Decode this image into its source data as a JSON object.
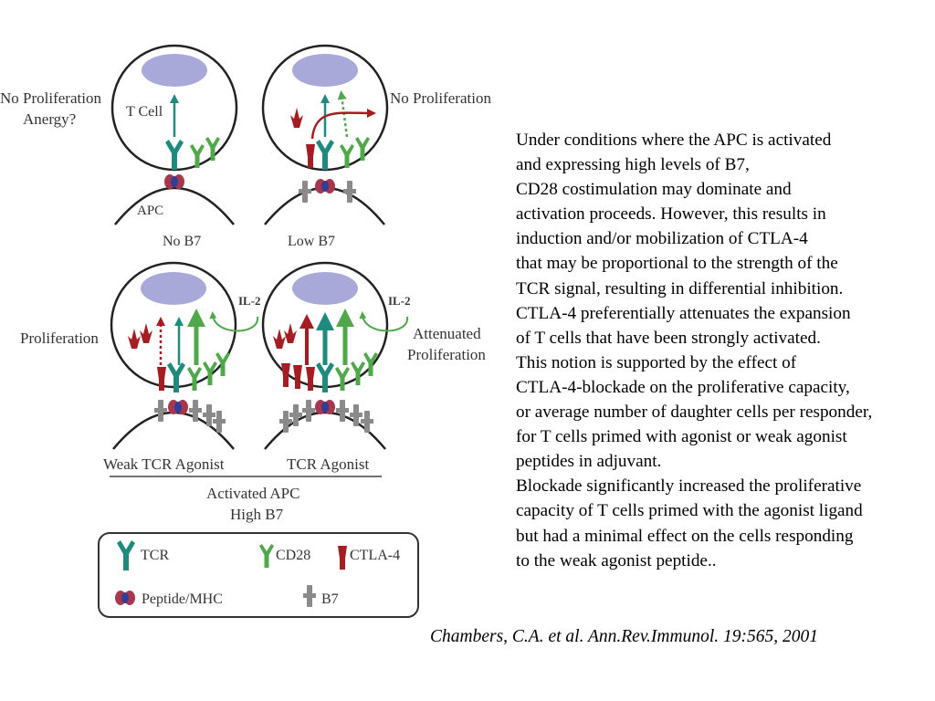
{
  "figure": {
    "panels": {
      "no_b7": {
        "left_label": [
          "No Proliferation",
          "Anergy?"
        ],
        "cell_label": "T Cell",
        "apc_label": "APC",
        "caption": "No B7"
      },
      "low_b7": {
        "right_label": "No Proliferation",
        "caption": "Low B7"
      },
      "weak_agonist": {
        "left_label": "Proliferation",
        "cytokine": "IL-2",
        "caption": "Weak TCR Agonist"
      },
      "agonist": {
        "right_label": [
          "Attenuated",
          "Proliferation"
        ],
        "cytokine": "IL-2",
        "caption": "TCR Agonist"
      }
    },
    "group_caption": [
      "Activated APC",
      "High B7"
    ],
    "legend": {
      "tcr": "TCR",
      "cd28": "CD28",
      "ctla4": "CTLA-4",
      "peptide_mhc": "Peptide/MHC",
      "b7": "B7"
    },
    "colors": {
      "tcr": "#1f8a7e",
      "cd28": "#4fa84a",
      "ctla4": "#a51d22",
      "peptide_mhc_outer": "#a8374e",
      "peptide_mhc_inner": "#2f3f95",
      "b7": "#8a8a8a",
      "nucleus": "#a9a9d9"
    }
  },
  "text_lines": [
    "Under conditions where the APC is activated",
    "and expressing high levels of B7,",
    "CD28 costimulation may dominate and",
    "activation proceeds. However, this results in",
    "induction and/or mobilization of CTLA-4",
    "that may be proportional to the strength of the",
    "TCR signal, resulting in differential inhibition.",
    "CTLA-4 preferentially attenuates the expansion",
    "of T cells that have been strongly activated.",
    "This notion is supported by the effect of",
    "CTLA-4-blockade on the proliferative capacity,",
    "or average number of daughter cells per responder,",
    "for  T cells primed with agonist or weak agonist",
    "peptides in adjuvant.",
    "Blockade significantly increased the proliferative",
    "capacity of T cells primed with the agonist ligand",
    "but had a minimal effect on the cells responding",
    "to the weak agonist peptide.."
  ],
  "citation": "Chambers, C.A. et al. Ann.Rev.Immunol. 19:565, 2001"
}
